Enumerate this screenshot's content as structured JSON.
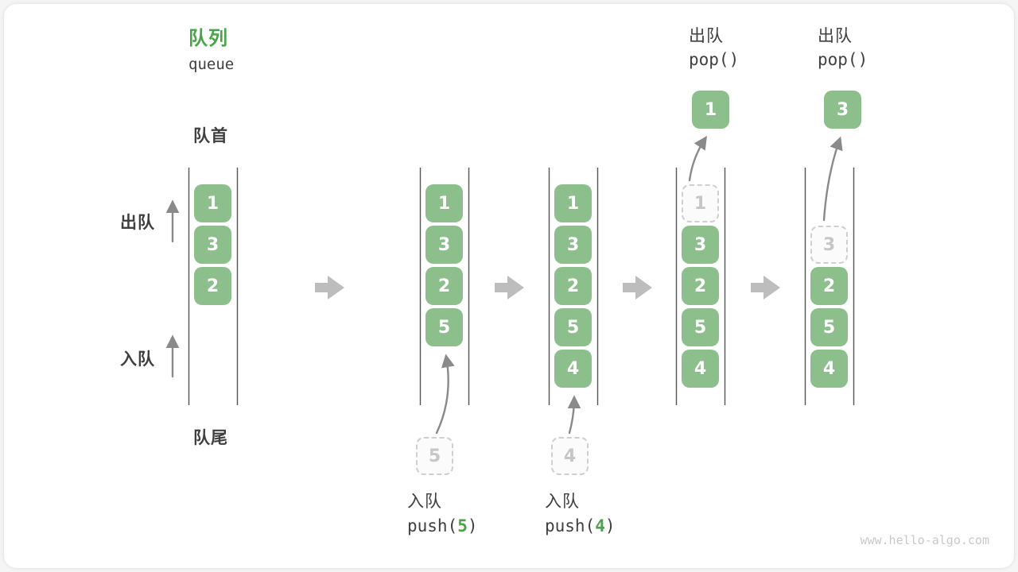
{
  "header": {
    "title_zh": "队列",
    "title_en": "queue"
  },
  "side_labels": {
    "front": "队首",
    "rear": "队尾",
    "dequeue": "出队",
    "enqueue": "入队"
  },
  "queues": [
    {
      "cells": [
        "1",
        "3",
        "2"
      ]
    },
    {
      "cells": [
        "1",
        "3",
        "2",
        "5"
      ],
      "staged": "5"
    },
    {
      "cells": [
        "1",
        "3",
        "2",
        "5",
        "4"
      ],
      "staged": "4"
    },
    {
      "cells": [
        "3",
        "2",
        "5",
        "4"
      ],
      "ghost": "1",
      "popped": "1"
    },
    {
      "cells": [
        "2",
        "5",
        "4"
      ],
      "ghost": "3",
      "popped": "3"
    }
  ],
  "operations": {
    "push5": {
      "label": "入队",
      "fn_open": "push(",
      "arg": "5",
      "fn_close": ")"
    },
    "push4": {
      "label": "入队",
      "fn_open": "push(",
      "arg": "4",
      "fn_close": ")"
    },
    "pop1": {
      "label": "出队",
      "fn": "pop()"
    },
    "pop2": {
      "label": "出队",
      "fn": "pop()"
    }
  },
  "watermark": "www.hello-algo.com",
  "colors": {
    "box_green": "#8DBF8D",
    "accent_green": "#48A548",
    "text_dark": "#3F3F3F",
    "block_arrow": "#BDBDBD",
    "thin_arrow": "#8A8A8A",
    "wall": "#555555",
    "dashed_border": "#CFCFCF",
    "dashed_text": "#C6C6C6",
    "watermark": "#C9C9C9"
  }
}
